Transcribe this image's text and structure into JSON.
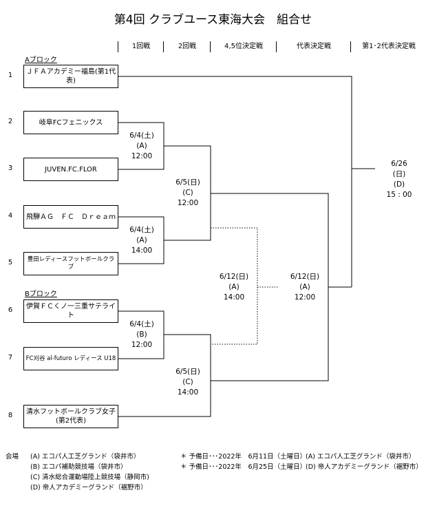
{
  "title": "第4回 クラブユース東海大会　組合せ",
  "rounds": [
    "1回戦",
    "2回戦",
    "4,5位決定戦",
    "代表決定戦",
    "第1･2代表決定戦"
  ],
  "blocks": {
    "a": "Aブロック",
    "b": "Bブロック"
  },
  "seeds": [
    "1",
    "2",
    "3",
    "4",
    "5",
    "6",
    "7",
    "8"
  ],
  "teams": [
    "ＪＦＡアカデミー福島(第1代表)",
    "岐阜FCフェニックス",
    "JUVEN.FC.FLOR",
    "飛騨ＡＧ　ＦＣ　Ｄｒｅａｍ",
    "豊田レディースフットボールクラブ",
    "伊賀ＦＣくノ一三重サテライト",
    "FC刈谷 al-futuro レディース U18",
    "清水フットボールクラブ女子(第2代表)"
  ],
  "matches": {
    "r1_a": {
      "date": "6/4(土)",
      "venue": "(A)",
      "time": "12:00"
    },
    "r1_b": {
      "date": "6/4(土)",
      "venue": "(A)",
      "time": "14:00"
    },
    "r1_c": {
      "date": "6/4(土)",
      "venue": "(B)",
      "time": "12:00"
    },
    "r2_a": {
      "date": "6/5(日)",
      "venue": "(C)",
      "time": "12:00"
    },
    "r2_b": {
      "date": "6/5(日)",
      "venue": "(C)",
      "time": "14:00"
    },
    "place45": {
      "date": "6/12(日)",
      "venue": "(A)",
      "time": "14:00"
    },
    "rep": {
      "date": "6/12(日)",
      "venue": "(A)",
      "time": "12:00"
    },
    "final": {
      "date": "6/26",
      "day": "(日)",
      "venue": "(D)",
      "time": "15 : 00"
    }
  },
  "footer": {
    "label": "会場",
    "venues": [
      "(A)  エコパ人工芝グランド（袋井市）",
      "(B)  エコパ補助競技場（袋井市）",
      "(C)  清水総合運動場陸上競技場（静岡市)",
      "(D)  帝人アカデミーグランド（裾野市）"
    ],
    "reserve": [
      {
        "text": "＊ 予備日･･･2022年　6月11日（土曜日）",
        "venue": "(A)  エコパ人工芝グランド（袋井市）"
      },
      {
        "text": "＊ 予備日･･･2022年　6月25日（土曜日）",
        "venue": "(D)  帝人アカデミーグランド（裾野市）"
      }
    ]
  }
}
